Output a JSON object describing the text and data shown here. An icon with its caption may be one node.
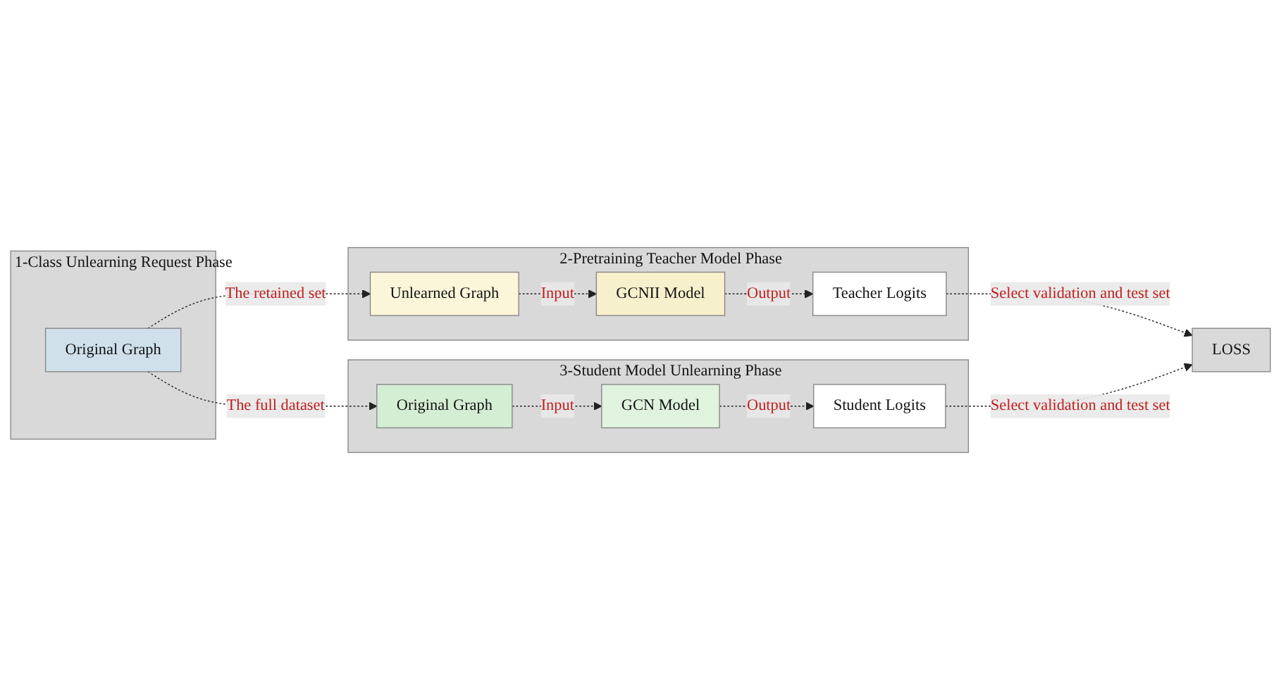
{
  "diagram": {
    "nodes": [
      {
        "text": [
          "1-Class Unlearning Request Phase"
        ]
      },
      {
        "text": [
          "Original Graph"
        ],
        "in": 0
      },
      {
        "text": [
          "2-Pretraining Teacher Model Phase"
        ]
      },
      {
        "text": [
          "Unlearned Graph"
        ],
        "in": 2
      },
      {
        "text": [
          "GCNII Model"
        ],
        "in": 2
      },
      {
        "text": [
          "Teacher Logits"
        ],
        "in": 2
      },
      {
        "text": [
          "3-Student Model Unlearning Phase"
        ]
      },
      {
        "text": [
          "Original Graph"
        ],
        "in": 6
      },
      {
        "text": [
          "GCN Model"
        ],
        "in": 6
      },
      {
        "text": [
          "Student Logits"
        ],
        "in": 6
      },
      {
        "text": [
          "LOSS"
        ]
      }
    ],
    "edges": [
      {
        "from": 1,
        "to": 3,
        "arrow": "to",
        "style": "dashed",
        "label": "The retained set"
      },
      {
        "from": 1,
        "to": 7,
        "arrow": "to",
        "style": "dashed",
        "label": "The full dataset"
      },
      {
        "from": 3,
        "to": 4,
        "arrow": "to",
        "style": "dashed",
        "label": "Input"
      },
      {
        "from": 4,
        "to": 5,
        "arrow": "to",
        "style": "dashed",
        "label": "Output"
      },
      {
        "from": 7,
        "to": 8,
        "arrow": "to",
        "style": "dashed",
        "label": "Input"
      },
      {
        "from": 8,
        "to": 9,
        "arrow": "to",
        "style": "dashed",
        "label": "Output"
      },
      {
        "from": 5,
        "to": 10,
        "arrow": "to",
        "style": "dashed",
        "label": "Select validation and test set"
      },
      {
        "from": 9,
        "to": 10,
        "arrow": "to",
        "style": "dashed",
        "label": "Select validation and test set"
      }
    ]
  }
}
